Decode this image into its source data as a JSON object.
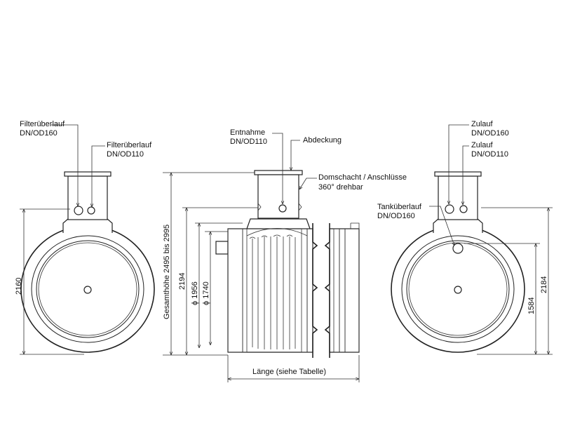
{
  "left_view": {
    "filter_overflow_160_label": "Filterüberlauf",
    "filter_overflow_160_size": "DN/OD160",
    "filter_overflow_110_label": "Filterüberlauf",
    "filter_overflow_110_size": "DN/OD110",
    "height_dim": "2160"
  },
  "middle_view": {
    "outlet_label": "Entnahme",
    "outlet_size": "DN/OD110",
    "cover_label": "Abdeckung",
    "dome_label_1": "Domschacht / Anschlüsse",
    "dome_label_2": "360° drehbar",
    "total_height_dim": "Gesamthöhe 2495 bis 2995",
    "height_dim": "2194",
    "dia_outer_dim": "ϕ 1956",
    "dia_inner_dim": "ϕ 1740",
    "length_dim": "Länge (siehe Tabelle)"
  },
  "right_view": {
    "inlet_160_label": "Zulauf",
    "inlet_160_size": "DN/OD160",
    "inlet_110_label": "Zulauf",
    "inlet_110_size": "DN/OD110",
    "tank_overflow_label": "Tanküberlauf",
    "tank_overflow_size": "DN/OD160",
    "height_dim_outer": "2184",
    "height_dim_inner": "1584"
  }
}
